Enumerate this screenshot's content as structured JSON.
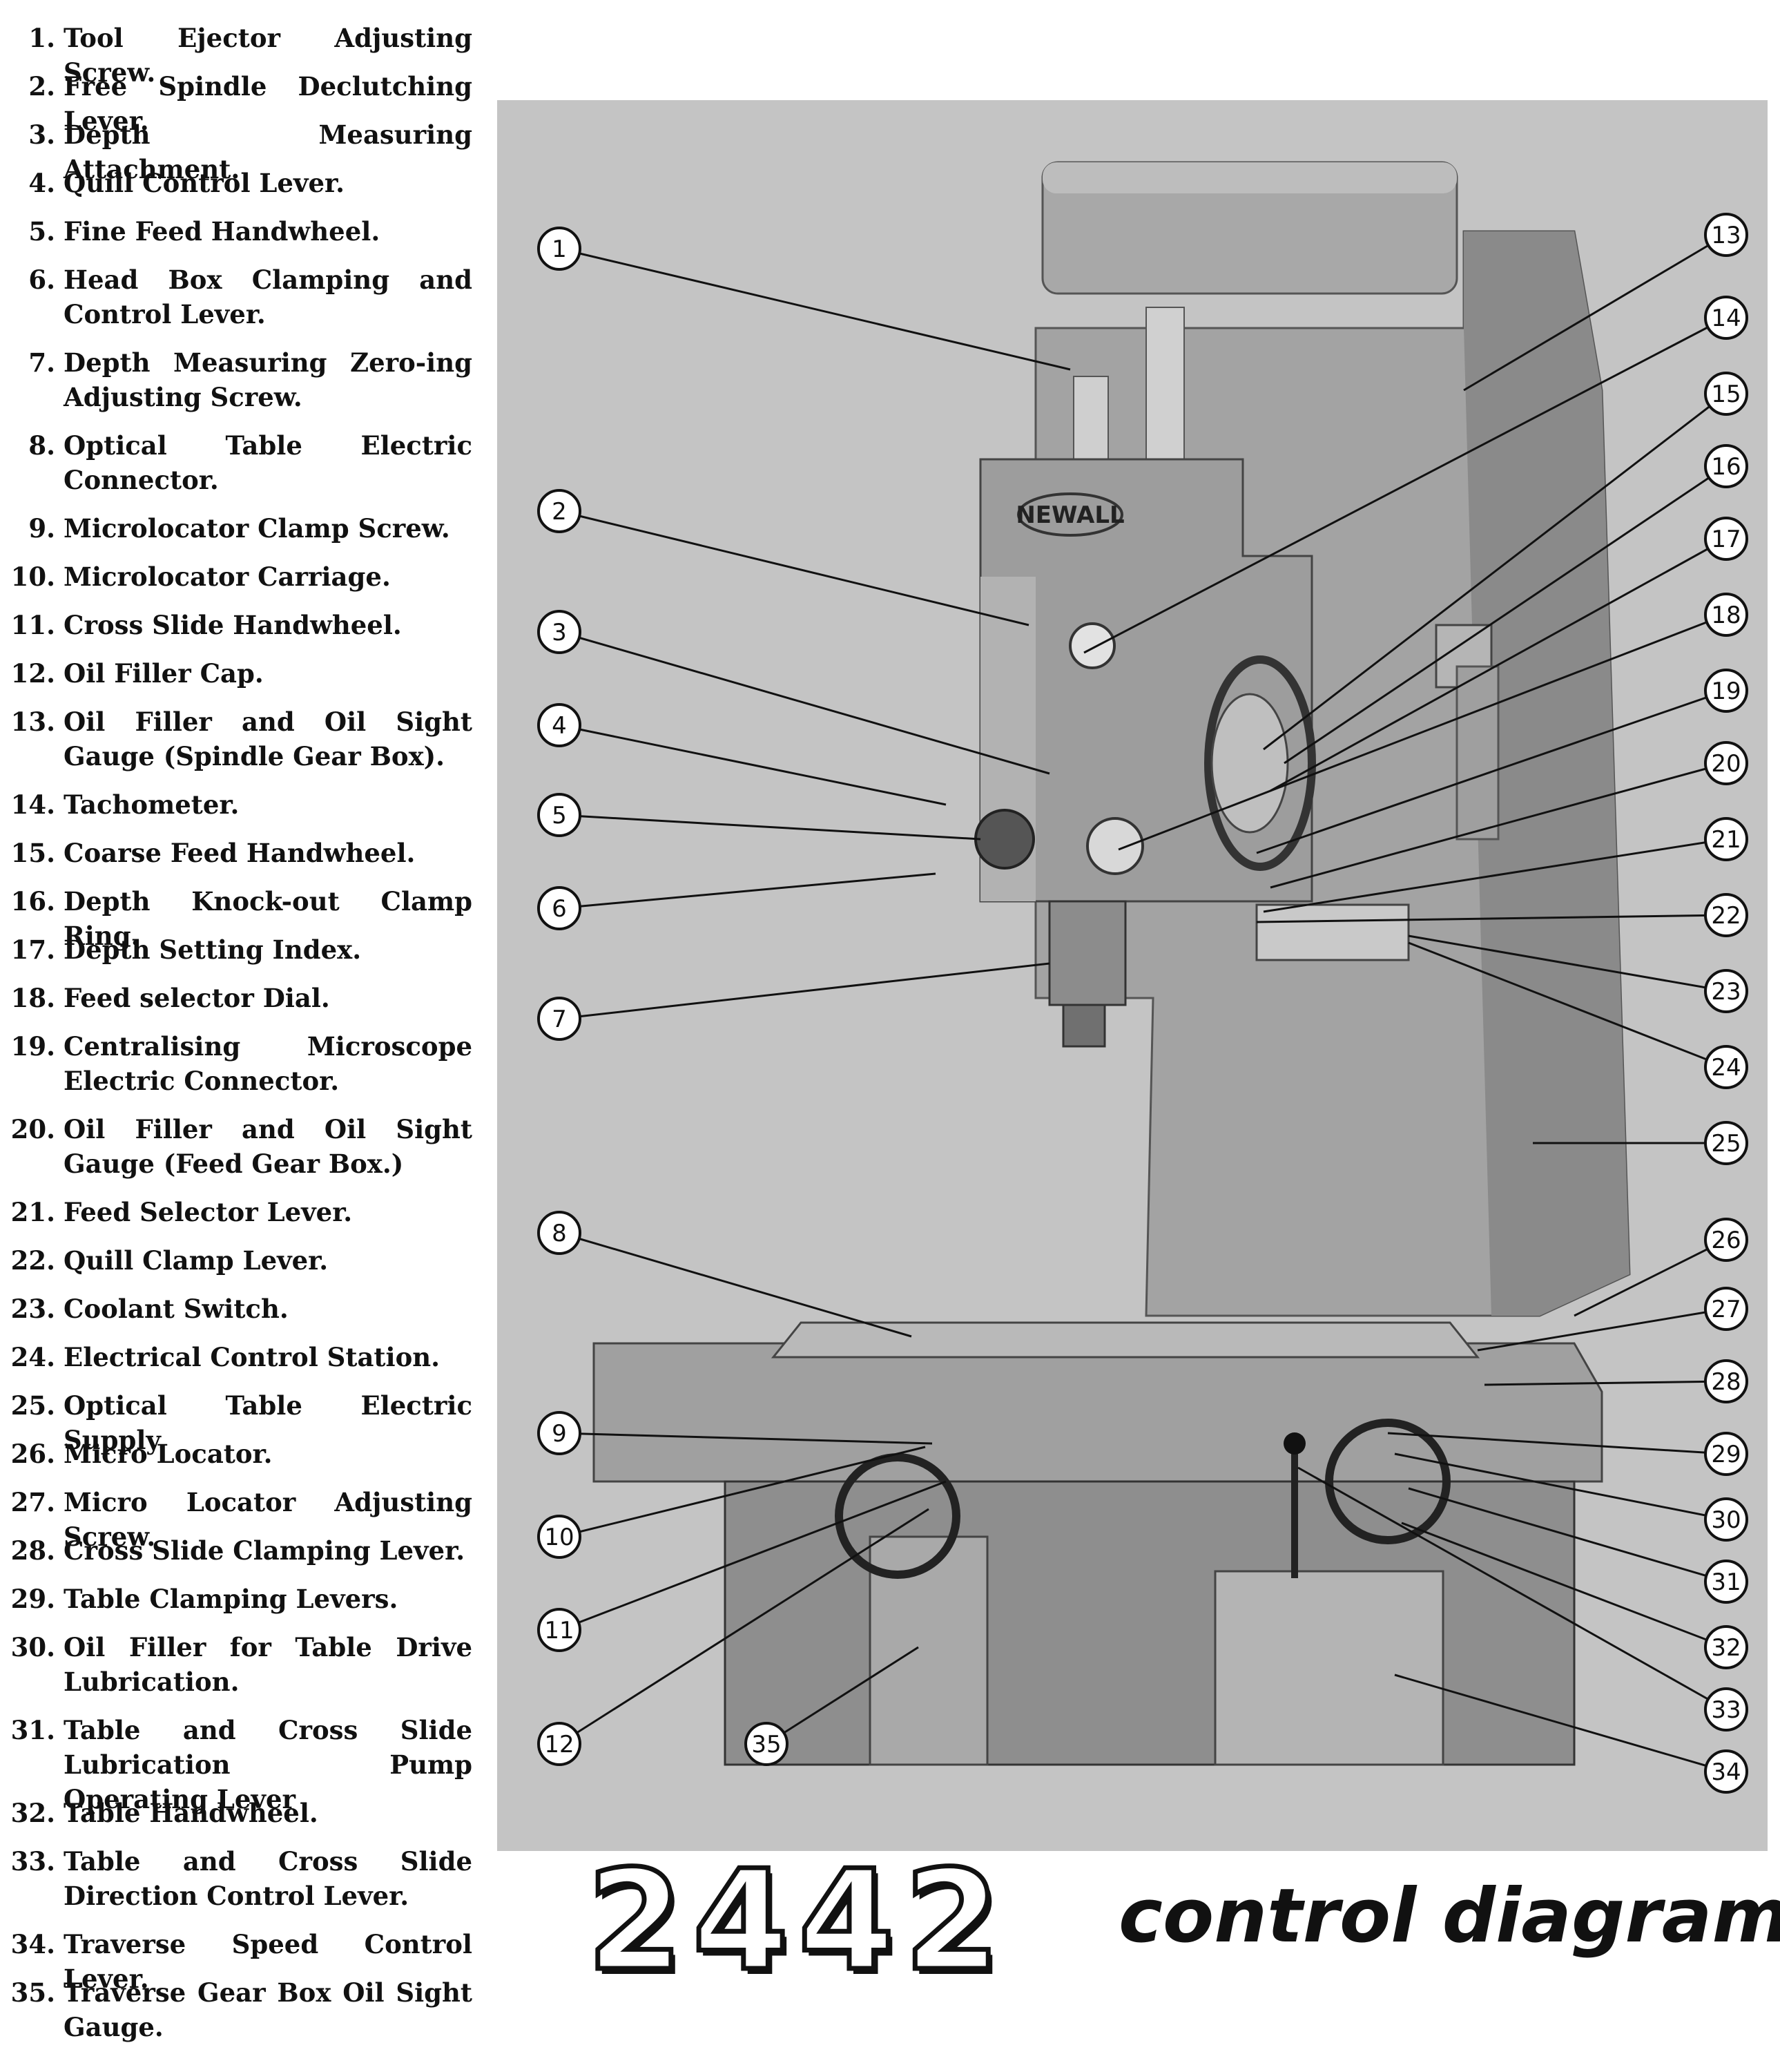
{
  "legend": [
    {
      "n": "1.",
      "t": "Tool Ejector Adjusting Screw."
    },
    {
      "n": "2.",
      "t": "Free Spindle Declutching Lever."
    },
    {
      "n": "3.",
      "t": "Depth Measuring Attachment."
    },
    {
      "n": "4.",
      "t": "Quill Control Lever."
    },
    {
      "n": "5.",
      "t": "Fine Feed Handwheel."
    },
    {
      "n": "6.",
      "t": "Head Box Clamping and Control Lever."
    },
    {
      "n": "7.",
      "t": "Depth Measuring Zero-ing Adjusting Screw."
    },
    {
      "n": "8.",
      "t": "Optical Table Electric Connector."
    },
    {
      "n": "9.",
      "t": "Microlocator Clamp Screw."
    },
    {
      "n": "10.",
      "t": "Microlocator Carriage."
    },
    {
      "n": "11.",
      "t": "Cross Slide Handwheel."
    },
    {
      "n": "12.",
      "t": "Oil Filler Cap."
    },
    {
      "n": "13.",
      "t": "Oil Filler and Oil Sight Gauge (Spindle Gear Box)."
    },
    {
      "n": "14.",
      "t": "Tachometer."
    },
    {
      "n": "15.",
      "t": "Coarse Feed Handwheel."
    },
    {
      "n": "16.",
      "t": "Depth Knock-out Clamp Ring."
    },
    {
      "n": "17.",
      "t": "Depth Setting Index."
    },
    {
      "n": "18.",
      "t": "Feed selector Dial."
    },
    {
      "n": "19.",
      "t": "Centralising Microscope Electric Connector."
    },
    {
      "n": "20.",
      "t": "Oil Filler and Oil Sight Gauge (Feed Gear Box.)"
    },
    {
      "n": "21.",
      "t": "Feed Selector Lever."
    },
    {
      "n": "22.",
      "t": "Quill Clamp Lever."
    },
    {
      "n": "23.",
      "t": "Coolant Switch."
    },
    {
      "n": "24.",
      "t": "Electrical Control Station."
    },
    {
      "n": "25.",
      "t": "Optical Table Electric Supply."
    },
    {
      "n": "26.",
      "t": "Micro Locator."
    },
    {
      "n": "27.",
      "t": "Micro Locator Adjusting Screw."
    },
    {
      "n": "28.",
      "t": "Cross Slide Clamping Lever."
    },
    {
      "n": "29.",
      "t": "Table Clamping Levers."
    },
    {
      "n": "30.",
      "t": "Oil Filler for Table Drive Lubrication."
    },
    {
      "n": "31.",
      "t": "Table and Cross Slide Lubrication Pump Operating Lever"
    },
    {
      "n": "32.",
      "t": "Table Handwheel."
    },
    {
      "n": "33.",
      "t": "Table and Cross Slide Direction Control Lever."
    },
    {
      "n": "34.",
      "t": "Traverse Speed Control Lever."
    },
    {
      "n": "35.",
      "t": "Traverse Gear Box Oil Sight Gauge."
    }
  ],
  "callouts": [
    "1",
    "2",
    "3",
    "4",
    "5",
    "6",
    "7",
    "8",
    "9",
    "10",
    "11",
    "12",
    "13",
    "14",
    "15",
    "16",
    "17",
    "18",
    "19",
    "20",
    "21",
    "22",
    "23",
    "24",
    "25",
    "26",
    "27",
    "28",
    "29",
    "30",
    "31",
    "32",
    "33",
    "34",
    "35"
  ],
  "brand_plate": "NEWALL",
  "title": {
    "numerals": "2442",
    "word": "control diagram"
  },
  "colors": {
    "photo_bg": "#c4c4c4",
    "machine": "#9a9a9a",
    "ink": "#111111"
  }
}
